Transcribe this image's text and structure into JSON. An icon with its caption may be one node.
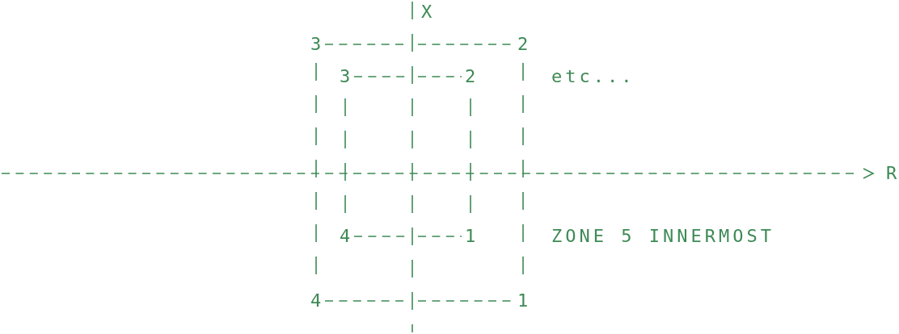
{
  "diagram": {
    "labels": [
      "X",
      "3",
      "2",
      "3",
      "2",
      "etc...",
      "R",
      "4",
      "1",
      "ZONE 5 INNERMOST",
      "4",
      "1"
    ]
  }
}
